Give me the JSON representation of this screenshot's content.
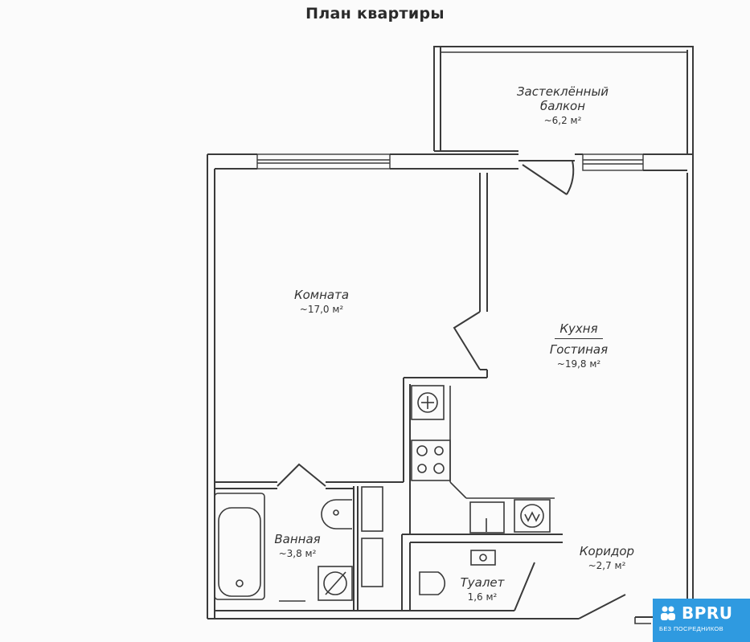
{
  "title": "План квартиры",
  "rooms": {
    "balcony": {
      "name_line1": "Застеклённый",
      "name_line2": "балкон",
      "area": "~6,2 м²"
    },
    "room": {
      "name": "Комната",
      "area": "~17,0 м²"
    },
    "kitchen": {
      "name_top": "Кухня",
      "name_bottom": "Гостиная",
      "area": "~19,8 м²"
    },
    "bathroom": {
      "name": "Ванная",
      "area": "~3,8 м²"
    },
    "toilet": {
      "name": "Туалет",
      "area": "1,6 м²"
    },
    "corridor": {
      "name": "Коридор",
      "area": "~2,7 м²"
    }
  },
  "watermark": {
    "brand": "BPRU",
    "tagline": "БЕЗ ПОСРЕДНИКОВ",
    "color": "#2f9ae0"
  },
  "colors": {
    "wall": "#3a3a3a",
    "background": "#fbfbfb"
  }
}
